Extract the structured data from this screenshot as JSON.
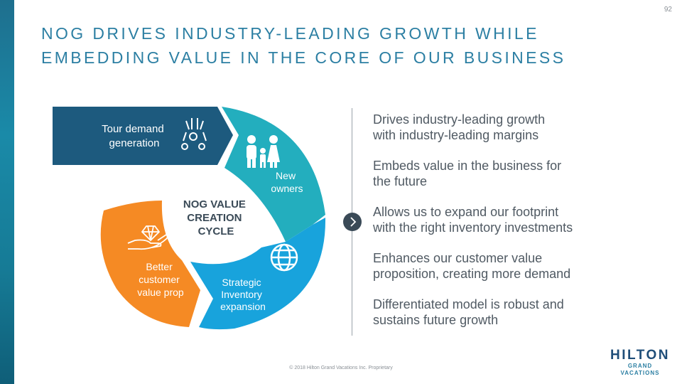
{
  "page_number": "92",
  "title": "NOG DRIVES INDUSTRY-LEADING GROWTH WHILE EMBEDDING VALUE IN THE CORE OF OUR BUSINESS",
  "cycle": {
    "center": [
      "NOG VALUE",
      "CREATION",
      "CYCLE"
    ],
    "segments": [
      {
        "label": [
          "Tour demand",
          "generation"
        ],
        "color": "#1d5a7e",
        "icon": "funnel-coins-icon"
      },
      {
        "label": [
          "New",
          "owners"
        ],
        "color": "#23aebe",
        "icon": "family-icon"
      },
      {
        "label": [
          "Strategic",
          "Inventory",
          "expansion"
        ],
        "color": "#18a3dc",
        "icon": "globe-icon"
      },
      {
        "label": [
          "Better",
          "customer",
          "value prop"
        ],
        "color": "#f58a24",
        "icon": "hand-diamond-icon"
      }
    ]
  },
  "statements": [
    "Drives industry-leading growth\nwith industry-leading margins",
    "Embeds value in the business for\nthe future",
    "Allows us to expand our footprint\nwith the right inventory investments",
    "Enhances our customer value\nproposition, creating more demand",
    "Differentiated model is robust and\nsustains future growth"
  ],
  "footer": "© 2018 Hilton Grand Vacations Inc. Proprietary",
  "logo": {
    "main": "HILTON",
    "sub": "GRAND VACATIONS"
  },
  "colors": {
    "title": "#2c7fa3",
    "text": "#505a63",
    "arrow_circle": "#3a4a57"
  }
}
